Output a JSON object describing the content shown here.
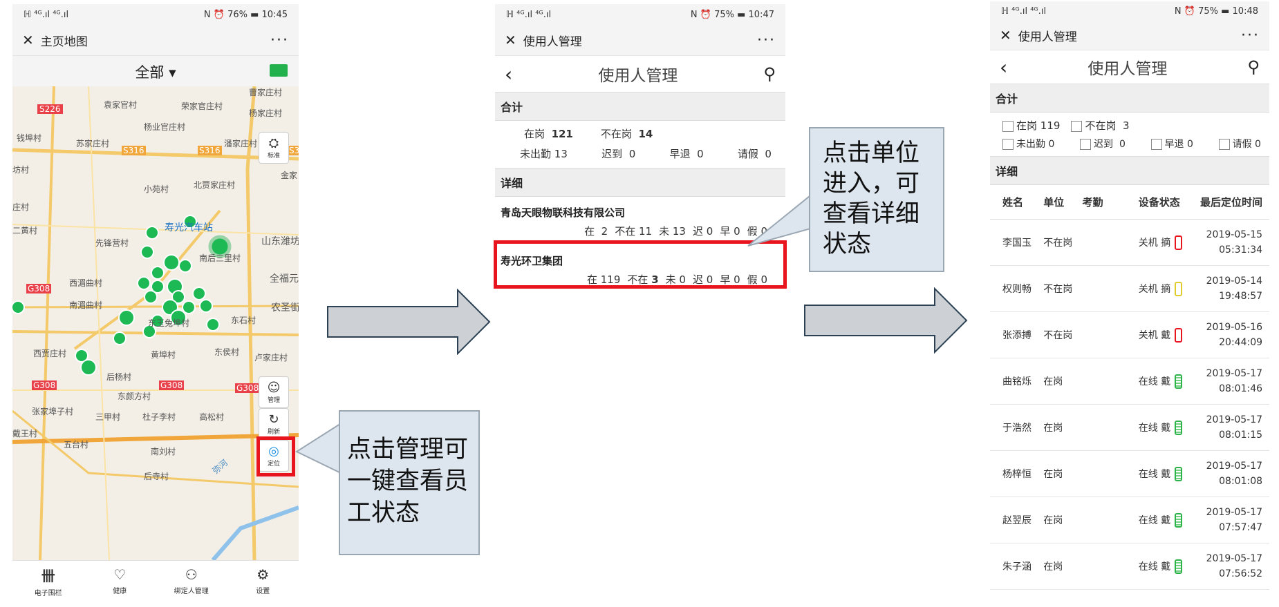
{
  "status": {
    "p1": {
      "left": "ℍ ⁴ᴳ.ıl ⁴ᴳ.ıl",
      "right": "N ⏰ 76% ▬ 10:45"
    },
    "p2": {
      "left": "ℍ ⁴ᴳ.ıl ⁴ᴳ.ıl",
      "right": "N ⏰ 75% ▬ 10:47"
    },
    "p3": {
      "left": "ℍ ⁴ᴳ.ıl ⁴ᴳ.ıl",
      "right": "N ⏰ 75% ▬ 10:48"
    }
  },
  "screen1": {
    "title": "主页地图",
    "filter": "全部 ▾",
    "map_labels": [
      "S226",
      "袁家官村",
      "荣家官庄村",
      "曹家庄村",
      "杨家庄村",
      "钱埠村",
      "杨业官庄村",
      "苏家庄村",
      "S316",
      "S316",
      "潘家庄村",
      "S3",
      "金家",
      "坊村",
      "小苑村",
      "北贾家庄村",
      "庄村",
      "寿光汽车站",
      "山东潍坊",
      "二黄村",
      "先锋营村",
      "南后三里村",
      "全福元",
      "西湄曲村",
      "G308",
      "农圣街",
      "南湄曲村",
      "东玉兔埠村",
      "东石村",
      "西贾庄村",
      "黄埠村",
      "东侯村",
      "卢家庄村",
      "后杨村",
      "G308",
      "G308",
      "G308",
      "东颜方村",
      "张家埠子村",
      "三甲村",
      "杜子李村",
      "高松村",
      "戴王村",
      "五台村",
      "南刘村",
      "后寺村",
      "弥河"
    ],
    "side_buttons": [
      {
        "label": "标准"
      },
      {
        "label": "管理"
      },
      {
        "label": "刷新"
      },
      {
        "label": "定位"
      }
    ],
    "tabs": [
      "电子围栏",
      "健康",
      "绑定人管理",
      "设置"
    ]
  },
  "screen2": {
    "title": "使用人管理",
    "nav_title": "使用人管理",
    "summary_header": "合计",
    "summary_row1": [
      [
        "在岗",
        "121"
      ],
      [
        "不在岗",
        "14"
      ]
    ],
    "summary_row2": [
      [
        "未出勤",
        "13"
      ],
      [
        "迟到",
        "0"
      ],
      [
        "早退",
        "0"
      ],
      [
        "请假",
        "0"
      ]
    ],
    "detail_header": "详细",
    "orgs": [
      {
        "name": "青岛天眼物联科技有限公司",
        "counts": [
          [
            "在",
            "2"
          ],
          [
            "不在",
            "11"
          ],
          [
            "未",
            "13"
          ],
          [
            "迟",
            "0"
          ],
          [
            "早",
            "0"
          ],
          [
            "假",
            "0"
          ]
        ]
      },
      {
        "name": "寿光环卫集团",
        "counts": [
          [
            "在",
            "119"
          ],
          [
            "不在",
            "3"
          ],
          [
            "未",
            "0"
          ],
          [
            "迟",
            "0"
          ],
          [
            "早",
            "0"
          ],
          [
            "假",
            "0"
          ]
        ]
      }
    ]
  },
  "screen3": {
    "title": "使用人管理",
    "nav_title": "使用人管理",
    "summary_header": "合计",
    "summary_row1": [
      [
        "在岗",
        "119"
      ],
      [
        "不在岗",
        "3"
      ]
    ],
    "summary_row2": [
      [
        "未出勤",
        "0"
      ],
      [
        "迟到",
        "0"
      ],
      [
        "早退",
        "0"
      ],
      [
        "请假",
        "0"
      ]
    ],
    "detail_header": "详细",
    "columns": [
      "姓名",
      "单位",
      "考勤",
      "设备状态",
      "最后定位时间"
    ],
    "rows": [
      {
        "name": "李国玉",
        "unit": "不在岗",
        "att": "",
        "dev": "关机 摘",
        "batt": "red",
        "date": "2019-05-15",
        "time": "05:31:34"
      },
      {
        "name": "权则畅",
        "unit": "不在岗",
        "att": "",
        "dev": "关机 摘",
        "batt": "yellow",
        "date": "2019-05-14",
        "time": "19:48:57"
      },
      {
        "name": "张添搏",
        "unit": "不在岗",
        "att": "",
        "dev": "关机 戴",
        "batt": "red",
        "date": "2019-05-16",
        "time": "20:44:09"
      },
      {
        "name": "曲铭烁",
        "unit": "在岗",
        "att": "",
        "dev": "在线 戴",
        "batt": "green",
        "date": "2019-05-17",
        "time": "08:01:46"
      },
      {
        "name": "于浩然",
        "unit": "在岗",
        "att": "",
        "dev": "在线 戴",
        "batt": "green",
        "date": "2019-05-17",
        "time": "08:01:15"
      },
      {
        "name": "杨梓恒",
        "unit": "在岗",
        "att": "",
        "dev": "在线 戴",
        "batt": "green",
        "date": "2019-05-17",
        "time": "08:01:08"
      },
      {
        "name": "赵翌辰",
        "unit": "在岗",
        "att": "",
        "dev": "在线 戴",
        "batt": "green",
        "date": "2019-05-17",
        "time": "07:57:47"
      },
      {
        "name": "朱子涵",
        "unit": "在岗",
        "att": "",
        "dev": "在线 戴",
        "batt": "green",
        "date": "2019-05-17",
        "time": "07:56:52"
      }
    ]
  },
  "callouts": {
    "manage": "点击管理可一键查看员工状态",
    "unit": "点击单位进入，可查看详细状态"
  },
  "colors": {
    "red": "#e8141e",
    "marker": "#1db954",
    "callout_bg": "#dde6ee",
    "arrow": "#cdd1d5"
  }
}
